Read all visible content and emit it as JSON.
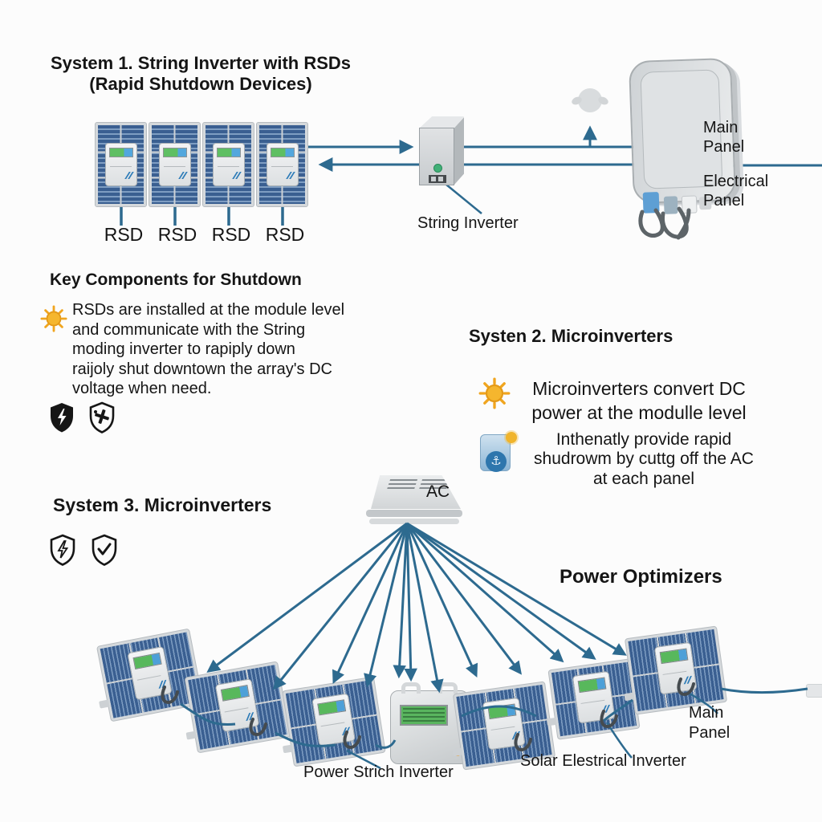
{
  "colors": {
    "wire": "#2d6a8f",
    "panel_blue_dark": "#3a5f91",
    "panel_blue_light": "#7e9dc2",
    "lcd_green": "#58b85c",
    "lcd_blue": "#4da0d8",
    "sun_yellow": "#f5b62e",
    "shield_black": "#161616",
    "text": "#151515"
  },
  "system1": {
    "title": "System 1. String Inverter with RSDs\n(Rapid Shutdown Devices)",
    "rsd_labels": [
      "RSD",
      "RSD",
      "RSD",
      "RSD"
    ],
    "string_inverter_label": "String Inverter",
    "main_panel_label": "Main\nPanel",
    "electrical_panel_label": "Electrical\nPanel"
  },
  "key_components": {
    "heading": "Key Components for Shutdown",
    "body": "RSDs are installed at the module level\nand communicate with the String\nmoding inverter to rapiply down\nraijoly shut downtown the array's DC\nvoltage when need."
  },
  "system2": {
    "heading": "Systen 2. Microinverters",
    "bullet1": "Microinverters convert DC\npower at the modulle level",
    "bullet2": "Inthenatly provide rapid\nshudrowm by cuttg off the AC\nat each panel"
  },
  "system3": {
    "heading": "System 3. Microinverters",
    "power_optimizers_label": "Power Optimizers",
    "ac_label": "AC",
    "power_strich_label": "Power Strich Inverter",
    "solar_inverter_label": "Solar Elestrical Inverter",
    "main_panel_label": "Main\nPanel"
  },
  "icons": {
    "anchor_glyph": "⚓"
  }
}
